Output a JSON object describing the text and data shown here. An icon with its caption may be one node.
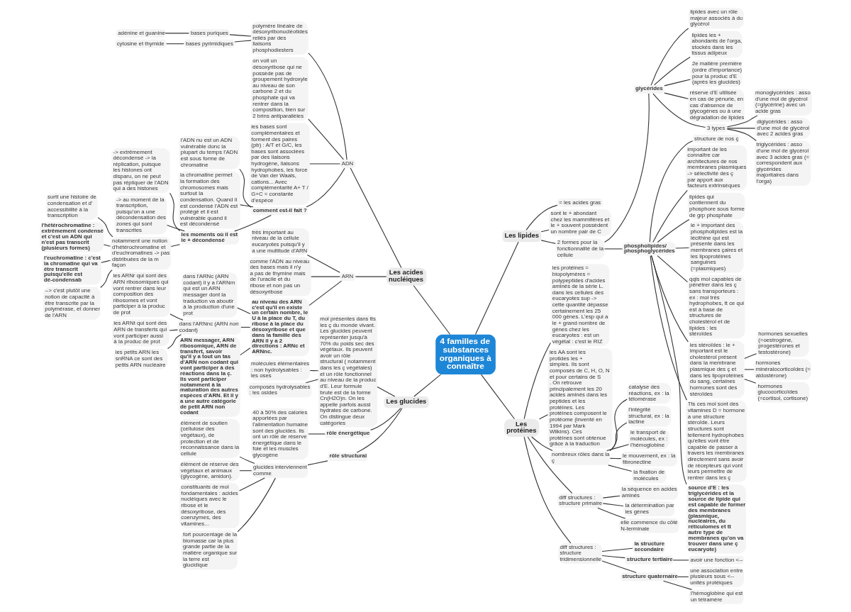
{
  "diagram": {
    "nodes": [
      {
        "text": [
          "4 familles de substances organiques à connaître"
        ]
      },
      {
        "text": [
          "Les acides nucléiques"
        ]
      },
      {
        "text": [
          "ADN"
        ]
      },
      {
        "text": [
          "polymère linéaire de désoxyribonucléotides reliés par des liaisons phosphodiesters"
        ]
      },
      {
        "text": [
          "bases puriques"
        ]
      },
      {
        "text": [
          "adénine et guanine"
        ]
      },
      {
        "text": [
          "bases pyrimidiques"
        ]
      },
      {
        "text": [
          "cytosine et thymide"
        ]
      },
      {
        "text": [
          "on voit un désoxyribose qui ne possède pas de groupement hydroxyle au niveau de son carbone 2 et du phosphate qui va rentrer dans la composition, bien sur 2 brins antiparallèles"
        ]
      },
      {
        "text": [
          "les bases sont complémentaires et forment des paires (pb) : A/T et G/C, les bases sont associées par des liaisons hydrogène, liaisons hydrophobes, les force de Van der Waals, cations... Avec complémentarité A+ T / G+C = constante d'espèce"
        ]
      },
      {
        "text": [
          "comment est-il fait ?"
        ]
      },
      {
        "text": [
          "l'ADN nu est un ADN vulnérable donc la plupart du temps l'ADN est sous forme de chromatine"
        ]
      },
      {
        "text": [
          "la chromatine permet la formation des chromosomes mais surtout la condensation. Quand il est condensé l'ADN est protégé et il est vulnérable quand il est décondensé"
        ]
      },
      {
        "text": [
          "les moments où il est le + décondensé"
        ]
      },
      {
        "text": [
          "-> extrêmement décondensé -> la réplication, puisque les histones ont disparu, on ne peut pas répliquer de l'ADN qui a des histones"
        ]
      },
      {
        "text": [
          "-> au moment de la transcription, puisqu'on a une décondensation des zones qui sont transcrites"
        ]
      },
      {
        "text": [
          "notamment une notion d'hétérochromatine et d'euchromatines -> pas distribuées de la m façon"
        ]
      },
      {
        "text": [
          "surtt une histoire de condensation et d' accessibilité à la transcription"
        ]
      },
      {
        "text": [
          "l'hétérochromatine : extrêmement condensé et c'est un ADN qui n'est pas transcrit (plusieurs formes)"
        ]
      },
      {
        "text": [
          "l'euchromatine : c'est la chromatine qui va être transcrit puisqu'elle est dé-condensab"
        ]
      },
      {
        "text": [
          "--> c'est plutôt une notion de capacité à être transcrite par la polymérase, et donner de l'ARN"
        ]
      },
      {
        "text": [
          "ARN"
        ]
      },
      {
        "text": [
          "très important au niveau de la cellule eucaryotes puisqu'il y a une multitude d'ARN"
        ]
      },
      {
        "text": [
          "comme l'ADN au niveau des bases mais il n'y a pas de thymine mais de l'uracile et du ribose et non pas un désoxyribose"
        ]
      },
      {
        "text": [
          "au niveau des ARN c'est qu'il en existe un certain nombre, le U à la place du T, du ribose à la place du désoxyribose et que dans la famille des ARN il y a 2 directions : ARNc et ARNnc."
        ]
      },
      {
        "text": [
          "dans l'ARNc (ARN codant) il y a l'ARNm qui est un ARN messager dont la traduction va aboutir à la production d'une prot"
        ]
      },
      {
        "text": [
          "dans l'ARNnc (ARN non codant)"
        ]
      },
      {
        "text": [
          "les ARNr qui sont des ARN ribosomiques qui vont rentrer dans leur composition des ribosomes et vont participer à la produc de prot"
        ]
      },
      {
        "text": [
          "les ARNt qui sont des ARN de transferts qui vont participer aussi à la produc de prot"
        ]
      },
      {
        "text": [
          "les petits ARN les snRNA ce sont des petits ARN nucléaire"
        ]
      },
      {
        "text": [
          "ARN messager, ARN ribosomique, ARN de transfert, savoir qu'il y a tout un tas d'ARN non codant qui vont participer à des réactions dans la ç. Ils vont participer notamment à la maturation des autres espèces d'ARN. Et il y a une autre catégorie de petit ARN non codant"
        ]
      },
      {
        "text": [
          "Les lipides"
        ]
      },
      {
        "text": [
          "= les acides gras"
        ]
      },
      {
        "text": [
          "sont le + abondant chez les mammifères et le + souvent possèdent un nombre pair de C"
        ]
      },
      {
        "text": [
          "2 formes pour la fonctionnalité de la cellule"
        ]
      },
      {
        "text": [
          "glycérides"
        ]
      },
      {
        "text": [
          "lipides avec un rôle majeur associés à du glycérol"
        ]
      },
      {
        "text": [
          "lipides les + abondants de l'orga, stockés dans les tissus adipeux"
        ]
      },
      {
        "text": [
          "2e matière première (ordre d'importance) pour la produc d'E (après les glucides)"
        ]
      },
      {
        "text": [
          "réserve d'E utilisée en cas de pénurie, en cas d'absence de glycogènes ou à une dégradation de lipides"
        ]
      },
      {
        "text": [
          "3 types"
        ]
      },
      {
        "text": [
          "monoglycérides : asso d'une mol de glycérol (=glycérine) avec un acide gras"
        ]
      },
      {
        "text": [
          "diglycérides : asso d'une mol de glycérol avec 2 acides gras"
        ]
      },
      {
        "text": [
          "triglycérides : asso d'une mol de glycérol avec 3 acides gras (= correspondent aux glycérides majoritaires dans l'orga)"
        ]
      },
      {
        "text": [
          "phospholipides/ phosphoglycérides"
        ]
      },
      {
        "text": [
          "structure de nos ç"
        ]
      },
      {
        "text": [
          "important de les connaître car architectures de nos membranes plasmiques -> sélectivité des ç par apport aux facteurs extrinsèques"
        ]
      },
      {
        "text": [
          "lipides qui contiennent du phosphore sous forme de grp phosphate"
        ]
      },
      {
        "text": [
          "le + important des phospholipides est la lécithine qui est présente dans les membranes çaires et les lipoprotéines sanguines (=plasmiques)"
        ]
      },
      {
        "text": [
          "qqls mol capables de pénétrer dans les ç sans transporteurs : ex : mol très hydrophobes, tt ce qui est à base de structures de cholestérol et de lipides : les stéroïdes"
        ]
      },
      {
        "text": [
          "les stéroïdes : le + important est le cholestérol présent dans la membrane plasmique des ç et dans les lipoprotéines du sang, certaines hormones sont des stéroïdes"
        ]
      },
      {
        "text": [
          "hormones sexuelles (=oestrogène, progestérones et testostérone)"
        ]
      },
      {
        "text": [
          "hormones minéralocorticoïdes (= aldostérone)"
        ]
      },
      {
        "text": [
          "hormones glucocorticoïdes (=cortisol, cortisone)"
        ]
      },
      {
        "text": [
          "Tts ces mol sont des vitamines D = hormone a une structure stéroïde. Leurs structures sont tellement hydrophobes qu'elles vont être capable de passer à travers les membranes directement sans avoir de récepteurs qui vont leurs permettre de rentrer dans les ç"
        ]
      },
      {
        "text": [
          "source d'E : les triglycérides et la source de lipide qui est capable de former des membranes (plasmique, nucléaires, du réticulomes et tt autre type de membranes qu'on va trouver dans une ç eucaryote)"
        ]
      },
      {
        "text": [
          "Les glucides"
        ]
      },
      {
        "text": [
          "mol présentes dans tts les ç du monde vivant. Les glucides peuvent représenter jusqu'à 70% du poids sec des végétaux. Ils peuvent avoir un rôle structural ( notamment dans les ç végétales) et un rôle fonctionnel au niveau de la produc d'E. Leur formule brute est de la forme Cn(H2O)n. On les appelle parfois aussi hydrates de carbone. On distingue deux catégories"
        ]
      },
      {
        "text": [
          "molécules élémentaires : non hydrolysables : les oses"
        ]
      },
      {
        "text": [
          "composés hydrolysables : les osides"
        ]
      },
      {
        "text": [
          "rôle énergétique"
        ]
      },
      {
        "text": [
          "40 à 50% des calories apportées par l'alimentation humaine sont des glucides. Ils ont un rôle de réserve énergétique dans le foie et les muscles glycogène"
        ]
      },
      {
        "text": [
          "rôle structural"
        ]
      },
      {
        "text": [
          "glucides interviennent comme"
        ]
      },
      {
        "text": [
          "élément de soutien (cellulose des végétaux), de protection et de reconnaissance dans la cellule"
        ]
      },
      {
        "text": [
          "élément de réserve des végétaux et animaux (glycogène, amidon)."
        ]
      },
      {
        "text": [
          "constituants de mol fondamentales : acides nucléiques avec le ribose et le désoxyribose, des coenzymes, des vitamines..."
        ]
      },
      {
        "text": [
          "fort pourcentage de la biomasse car la plus grande partie de la matière organique sur la terre est glucidique"
        ]
      },
      {
        "text": [
          "Les protéines"
        ]
      },
      {
        "text": [
          "les protéines = biopolymères = polypeptides d'acides aminés de la série L. dans les cellules des eucaryotes sup -> cette quantité dépasse certainement les 25 000 gènes. L'esp qui a le + grand nombre de gènes chez les eucaryotes : est un végétal : c'est le RIZ"
        ]
      },
      {
        "text": [
          "les AA sont les protides les + simples. Ils sont composés de C, H, O, N et pour certains de S . On retrouve principalement les 20 acides aminés dans les peptides et les protéines. Les protéines composent le protéome (inventé en 1994 par Mark Wilkins). Ces protéines sont obtenue grâce à la traduction"
        ]
      },
      {
        "text": [
          "nombreux rôles dans la ç"
        ]
      },
      {
        "text": [
          "catalyse des réactions, ex : la télomérase"
        ]
      },
      {
        "text": [
          "l'intégrité structural, ex : la lactine"
        ]
      },
      {
        "text": [
          "le transport de molécules, ex : l'hémoglobine"
        ]
      },
      {
        "text": [
          "le mouvement, ex : la fibronectine"
        ]
      },
      {
        "text": [
          "la fixation de molécules"
        ]
      },
      {
        "text": [
          "diff structures : structure primaire"
        ]
      },
      {
        "text": [
          "la séquence en acides aminés"
        ]
      },
      {
        "text": [
          "la détermination par les gènes"
        ]
      },
      {
        "text": [
          "elle commence du côté N-terminale"
        ]
      },
      {
        "text": [
          "diff structures : structure tridimensionnelle"
        ]
      },
      {
        "text": [
          "la structure secondaire"
        ]
      },
      {
        "text": [
          "structure tertiaire"
        ]
      },
      {
        "text": [
          "avoir une fonction <--"
        ]
      },
      {
        "text": [
          "structure quaternaire"
        ]
      },
      {
        "text": [
          "une association entre plusieurs sous <-- unités protéiques"
        ]
      },
      {
        "text": [
          "l'hémoglobine qui est un tétramère"
        ]
      }
    ],
    "edges": [
      {
        "from": 0,
        "to": 1,
        "arrow": "none"
      },
      {
        "from": 1,
        "to": 2,
        "arrow": "none"
      },
      {
        "from": 2,
        "to": 3,
        "arrow": "none"
      },
      {
        "from": 3,
        "to": 4,
        "arrow": "none"
      },
      {
        "from": 4,
        "to": 5,
        "arrow": "none"
      },
      {
        "from": 3,
        "to": 6,
        "arrow": "none"
      },
      {
        "from": 6,
        "to": 7,
        "arrow": "none"
      },
      {
        "from": 2,
        "to": 8,
        "arrow": "none"
      },
      {
        "from": 2,
        "to": 9,
        "arrow": "none"
      },
      {
        "from": 2,
        "to": 10,
        "arrow": "none"
      },
      {
        "from": 10,
        "to": 11,
        "arrow": "none"
      },
      {
        "from": 10,
        "to": 12,
        "arrow": "none"
      },
      {
        "from": 10,
        "to": 13,
        "arrow": "none"
      },
      {
        "from": 13,
        "to": 14,
        "arrow": "none"
      },
      {
        "from": 13,
        "to": 15,
        "arrow": "none"
      },
      {
        "from": 13,
        "to": 16,
        "arrow": "none"
      },
      {
        "from": 16,
        "to": 17,
        "arrow": "none"
      },
      {
        "from": 16,
        "to": 18,
        "arrow": "none"
      },
      {
        "from": 16,
        "to": 19,
        "arrow": "none"
      },
      {
        "from": 16,
        "to": 20,
        "arrow": "none"
      },
      {
        "from": 1,
        "to": 21,
        "arrow": "none"
      },
      {
        "from": 21,
        "to": 22,
        "arrow": "none"
      },
      {
        "from": 21,
        "to": 23,
        "arrow": "none"
      },
      {
        "from": 21,
        "to": 24,
        "arrow": "none"
      },
      {
        "from": 24,
        "to": 25,
        "arrow": "none"
      },
      {
        "from": 24,
        "to": 26,
        "arrow": "none"
      },
      {
        "from": 26,
        "to": 27,
        "arrow": "none"
      },
      {
        "from": 26,
        "to": 28,
        "arrow": "none"
      },
      {
        "from": 26,
        "to": 29,
        "arrow": "none"
      },
      {
        "from": 24,
        "to": 30,
        "arrow": "none"
      },
      {
        "from": 0,
        "to": 31,
        "arrow": "none"
      },
      {
        "from": 31,
        "to": 32,
        "arrow": "none"
      },
      {
        "from": 31,
        "to": 33,
        "arrow": "none"
      },
      {
        "from": 31,
        "to": 34,
        "arrow": "none"
      },
      {
        "from": 34,
        "to": 35,
        "arrow": "none"
      },
      {
        "from": 35,
        "to": 36,
        "arrow": "none"
      },
      {
        "from": 35,
        "to": 37,
        "arrow": "none"
      },
      {
        "from": 35,
        "to": 38,
        "arrow": "none"
      },
      {
        "from": 35,
        "to": 39,
        "arrow": "none"
      },
      {
        "from": 35,
        "to": 40,
        "arrow": "none"
      },
      {
        "from": 40,
        "to": 41,
        "arrow": "none"
      },
      {
        "from": 40,
        "to": 42,
        "arrow": "none"
      },
      {
        "from": 40,
        "to": 43,
        "arrow": "none"
      },
      {
        "from": 34,
        "to": 44,
        "arrow": "none"
      },
      {
        "from": 44,
        "to": 45,
        "arrow": "none"
      },
      {
        "from": 44,
        "to": 46,
        "arrow": "none"
      },
      {
        "from": 44,
        "to": 47,
        "arrow": "none"
      },
      {
        "from": 44,
        "to": 48,
        "arrow": "none"
      },
      {
        "from": 44,
        "to": 49,
        "arrow": "none"
      },
      {
        "from": 44,
        "to": 50,
        "arrow": "none"
      },
      {
        "from": 50,
        "to": 51,
        "arrow": "none"
      },
      {
        "from": 50,
        "to": 52,
        "arrow": "none"
      },
      {
        "from": 50,
        "to": 53,
        "arrow": "none"
      },
      {
        "from": 44,
        "to": 54,
        "arrow": "none"
      },
      {
        "from": 44,
        "to": 55,
        "arrow": "none"
      },
      {
        "from": 0,
        "to": 56,
        "arrow": "none"
      },
      {
        "from": 56,
        "to": 57,
        "arrow": "none"
      },
      {
        "from": 57,
        "to": 58,
        "arrow": "none"
      },
      {
        "from": 57,
        "to": 59,
        "arrow": "none"
      },
      {
        "from": 56,
        "to": 60,
        "arrow": "none"
      },
      {
        "from": 60,
        "to": 61,
        "arrow": "none"
      },
      {
        "from": 56,
        "to": 62,
        "arrow": "none"
      },
      {
        "from": 62,
        "to": 63,
        "arrow": "none"
      },
      {
        "from": 63,
        "to": 64,
        "arrow": "none"
      },
      {
        "from": 63,
        "to": 65,
        "arrow": "none"
      },
      {
        "from": 63,
        "to": 66,
        "arrow": "none"
      },
      {
        "from": 63,
        "to": 67,
        "arrow": "none"
      },
      {
        "from": 0,
        "to": 68,
        "arrow": "none"
      },
      {
        "from": 68,
        "to": 69,
        "arrow": "none"
      },
      {
        "from": 68,
        "to": 70,
        "arrow": "none"
      },
      {
        "from": 68,
        "to": 71,
        "arrow": "none"
      },
      {
        "from": 71,
        "to": 72,
        "arrow": "none"
      },
      {
        "from": 71,
        "to": 73,
        "arrow": "none"
      },
      {
        "from": 71,
        "to": 74,
        "arrow": "none"
      },
      {
        "from": 71,
        "to": 75,
        "arrow": "none"
      },
      {
        "from": 71,
        "to": 76,
        "arrow": "none"
      },
      {
        "from": 68,
        "to": 77,
        "arrow": "none"
      },
      {
        "from": 77,
        "to": 78,
        "arrow": "none"
      },
      {
        "from": 77,
        "to": 79,
        "arrow": "none"
      },
      {
        "from": 77,
        "to": 80,
        "arrow": "none"
      },
      {
        "from": 68,
        "to": 81,
        "arrow": "none"
      },
      {
        "from": 81,
        "to": 82,
        "arrow": "none"
      },
      {
        "from": 81,
        "to": 83,
        "arrow": "none"
      },
      {
        "from": 83,
        "to": 84,
        "arrow": "none"
      },
      {
        "from": 81,
        "to": 85,
        "arrow": "none"
      },
      {
        "from": 85,
        "to": 86,
        "arrow": "none"
      },
      {
        "from": 85,
        "to": 87,
        "arrow": "none"
      }
    ]
  }
}
